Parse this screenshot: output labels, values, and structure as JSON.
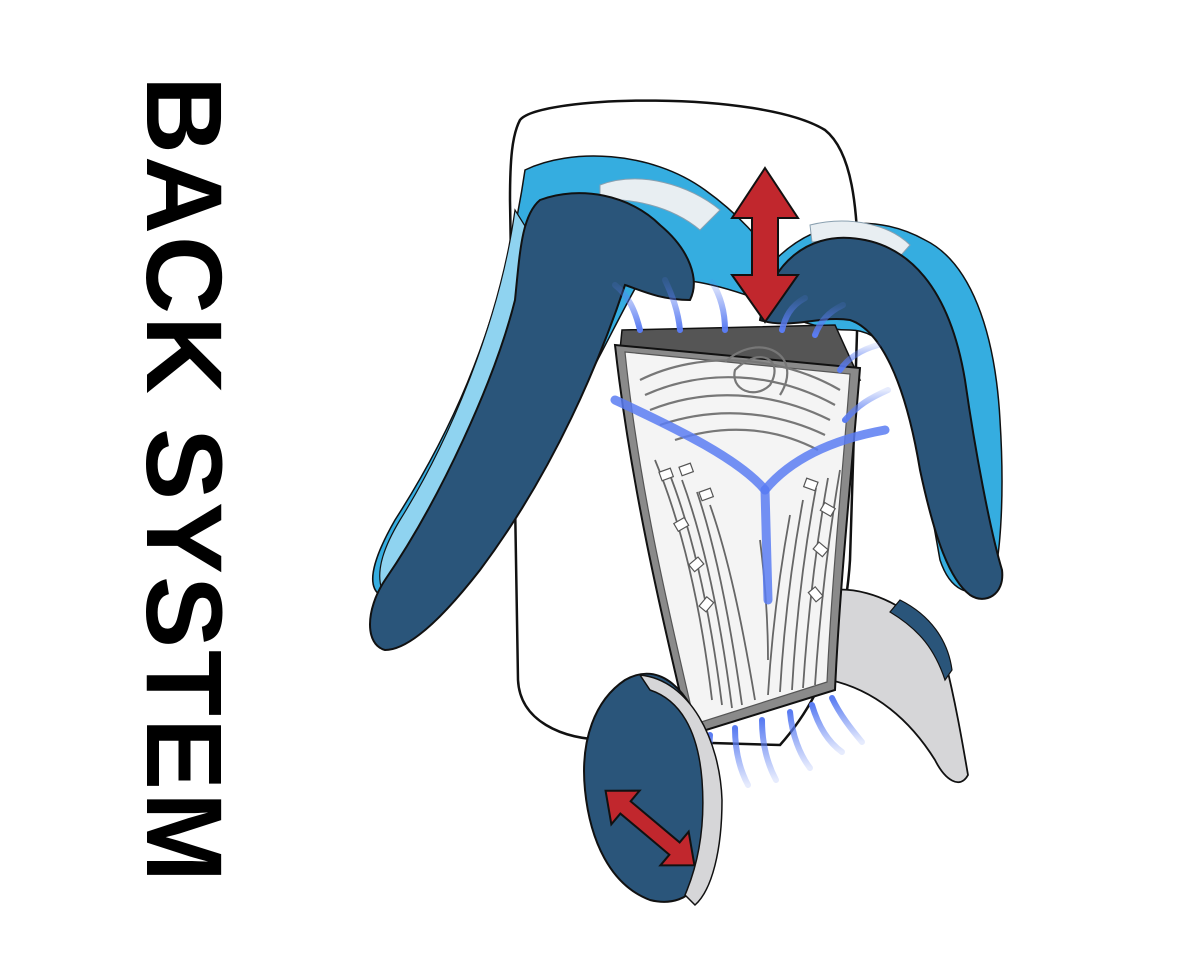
{
  "title": "BACK SYSTEM",
  "colors": {
    "dark_blue": "#2a557a",
    "light_blue": "#35ade0",
    "pale_blue": "#8fd3f0",
    "panel_light": "#f4f4f4",
    "panel_gray": "#8a8a8a",
    "hip_flap": "#d6d6d8",
    "airflow": "#5a7cf2",
    "arrow_red": "#c1272d",
    "outline": "#111111"
  },
  "arrows": [
    {
      "name": "vertical-adjust",
      "meaning": "up-down"
    },
    {
      "name": "hip-adjust",
      "meaning": "diagonal"
    }
  ]
}
